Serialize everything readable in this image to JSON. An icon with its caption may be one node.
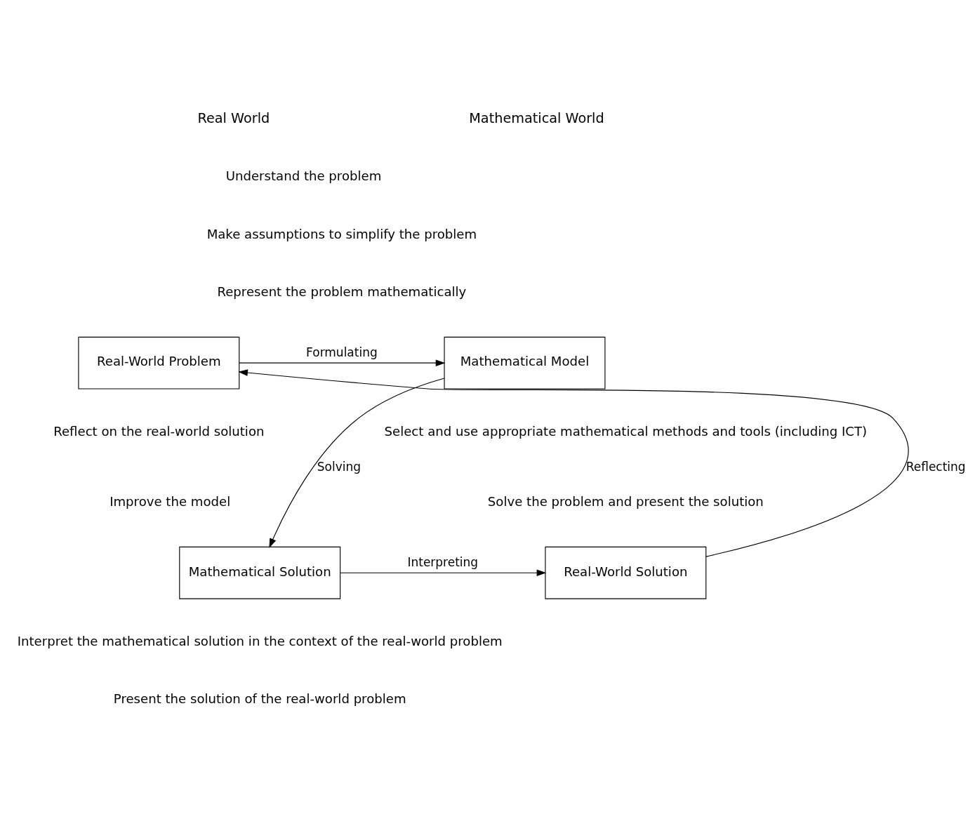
{
  "diagram": {
    "nodes": [
      {
        "text": [
          "Real-World Problem"
        ]
      },
      {
        "text": [
          "Mathematical Model"
        ]
      },
      {
        "text": [
          "Mathematical Solution"
        ]
      },
      {
        "text": [
          "Real-World Solution"
        ]
      }
    ],
    "edges": [
      {
        "from": 0,
        "to": 1,
        "arrow": "to",
        "label": "Formulating"
      },
      {
        "from": 1,
        "to": 2,
        "arrow": "to",
        "label": "Solving"
      },
      {
        "from": 2,
        "to": 3,
        "arrow": "to",
        "label": "Interpreting"
      },
      {
        "from": 3,
        "to": 0,
        "arrow": "to",
        "label": "Reflecting"
      }
    ],
    "labels": [
      "Real World",
      "Mathematical World",
      "Understand the problem",
      "Make assumptions to simplify the problem",
      "Represent the problem mathematically",
      "Reflect on the real-world solution",
      "Improve the model",
      "Select and use appropriate mathematical methods and tools (including ICT)",
      "Solve the problem and present the solution",
      "Interpret the mathematical solution in the context of the real-world problem",
      "Present the solution of the real-world problem"
    ]
  }
}
